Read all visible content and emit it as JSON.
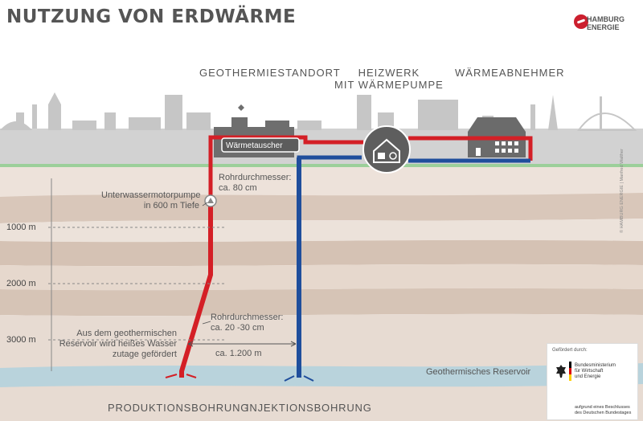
{
  "title": "NUTZUNG VON ERDWÄRME",
  "logo": {
    "line1": "HAMBURG",
    "line2": "ENERGIE",
    "mark_icon": "hamburg-energie-logo-icon"
  },
  "sites": {
    "geothermie": "GEOTHERMIESTANDORT",
    "heizwerk_line1": "HEIZWERK",
    "heizwerk_line2": "MIT WÄRMEPUMPE",
    "abnehmer": "WÄRMEABNEHMER"
  },
  "heat_exchanger_label": "Wärmetauscher",
  "notes": {
    "rohr1_line1": "Rohrdurchmesser:",
    "rohr1_line2": "ca. 80 cm",
    "pump_line1": "Unterwassermotorpumpe",
    "pump_line2": "in 600 m Tiefe",
    "rohr2_line1": "Rohrdurchmesser:",
    "rohr2_line2": "ca. 20 -30 cm",
    "reservoir_note_line1": "Aus dem geothermischen",
    "reservoir_note_line2": "Reservoir wird heißes Wasser",
    "reservoir_note_line3": "zutage gefördert",
    "distance": "ca. 1.200 m",
    "reservoir": "Geothermisches Reservoir"
  },
  "depths": [
    "1000 m",
    "2000 m",
    "3000 m"
  ],
  "bottom_labels": {
    "production": "PRODUKTIONSBOHRUNG",
    "injection": "INJEKTIONSBOHRUNG"
  },
  "credit": "© HAMBURG ENERGIE | Manfred Walther",
  "funding": {
    "header": "Gefördert durch:",
    "ministry_line1": "Bundesministerium",
    "ministry_line2": "für Wirtschaft",
    "ministry_line3": "und Energie",
    "footer_line1": "aufgrund eines Beschlusses",
    "footer_line2": "des Deutschen Bundestages",
    "flag_colors": [
      "#000000",
      "#dd0000",
      "#ffce00"
    ]
  },
  "colors": {
    "hot": "#d41f26",
    "cold": "#1f4e9c",
    "ground": "#e8dcd3",
    "sky": "#d0d0d0",
    "reservoir": "#b9d3dc"
  }
}
